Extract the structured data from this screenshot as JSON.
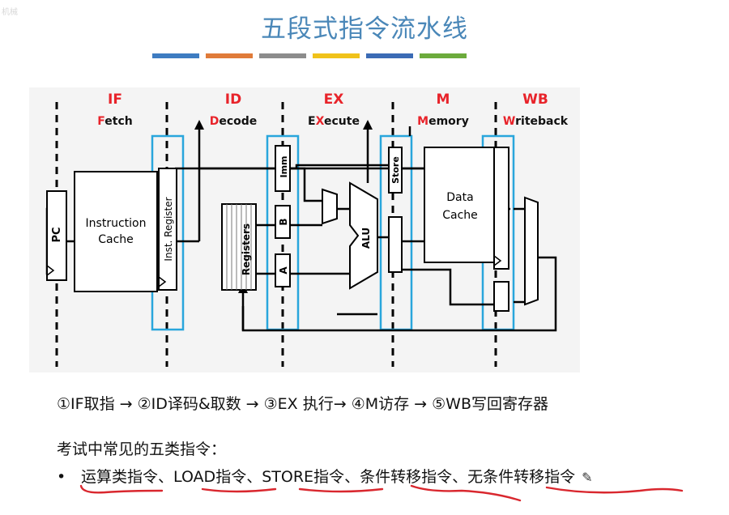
{
  "title": "五段式指令流水线",
  "corner_mark": "机械",
  "colors": {
    "title": "#4a87b8",
    "stage_letter": "#e8232a",
    "highlight_box": "#29a6dc",
    "bars": [
      "#3e7cc1",
      "#e07b39",
      "#8c8c8c",
      "#f0c21a",
      "#3b6bb5",
      "#6cab3c"
    ]
  },
  "stages": [
    {
      "abbr": "IF",
      "first": "F",
      "rest": "etch"
    },
    {
      "abbr": "ID",
      "first": "D",
      "rest": "ecode"
    },
    {
      "abbr": "EX",
      "first": "",
      "rest": "Execute"
    },
    {
      "abbr": "M",
      "first": "M",
      "rest": "emory"
    },
    {
      "abbr": "WB",
      "first": "W",
      "rest": "riteback"
    }
  ],
  "blocks": {
    "pc": "PC",
    "icache_line1": "Instruction",
    "icache_line2": "Cache",
    "inst_reg": "Inst. Register",
    "registers": "Registers",
    "imm": "Imm",
    "b": "B",
    "a": "A",
    "alu": "ALU",
    "store": "Store",
    "dcache_line1": "Data",
    "dcache_line2": "Cache"
  },
  "flow_text": "①IF取指 → ②ID译码&取数 → ③EX 执行→ ④M访存 → ⑤WB写回寄存器",
  "subheading": "考试中常见的五类指令：",
  "bullet": "•",
  "instructions": [
    "运算类指令",
    "、",
    "LOAD指令",
    "、",
    "STORE指令",
    "、",
    "条件转移指令",
    "、",
    "无条件转移指令"
  ]
}
